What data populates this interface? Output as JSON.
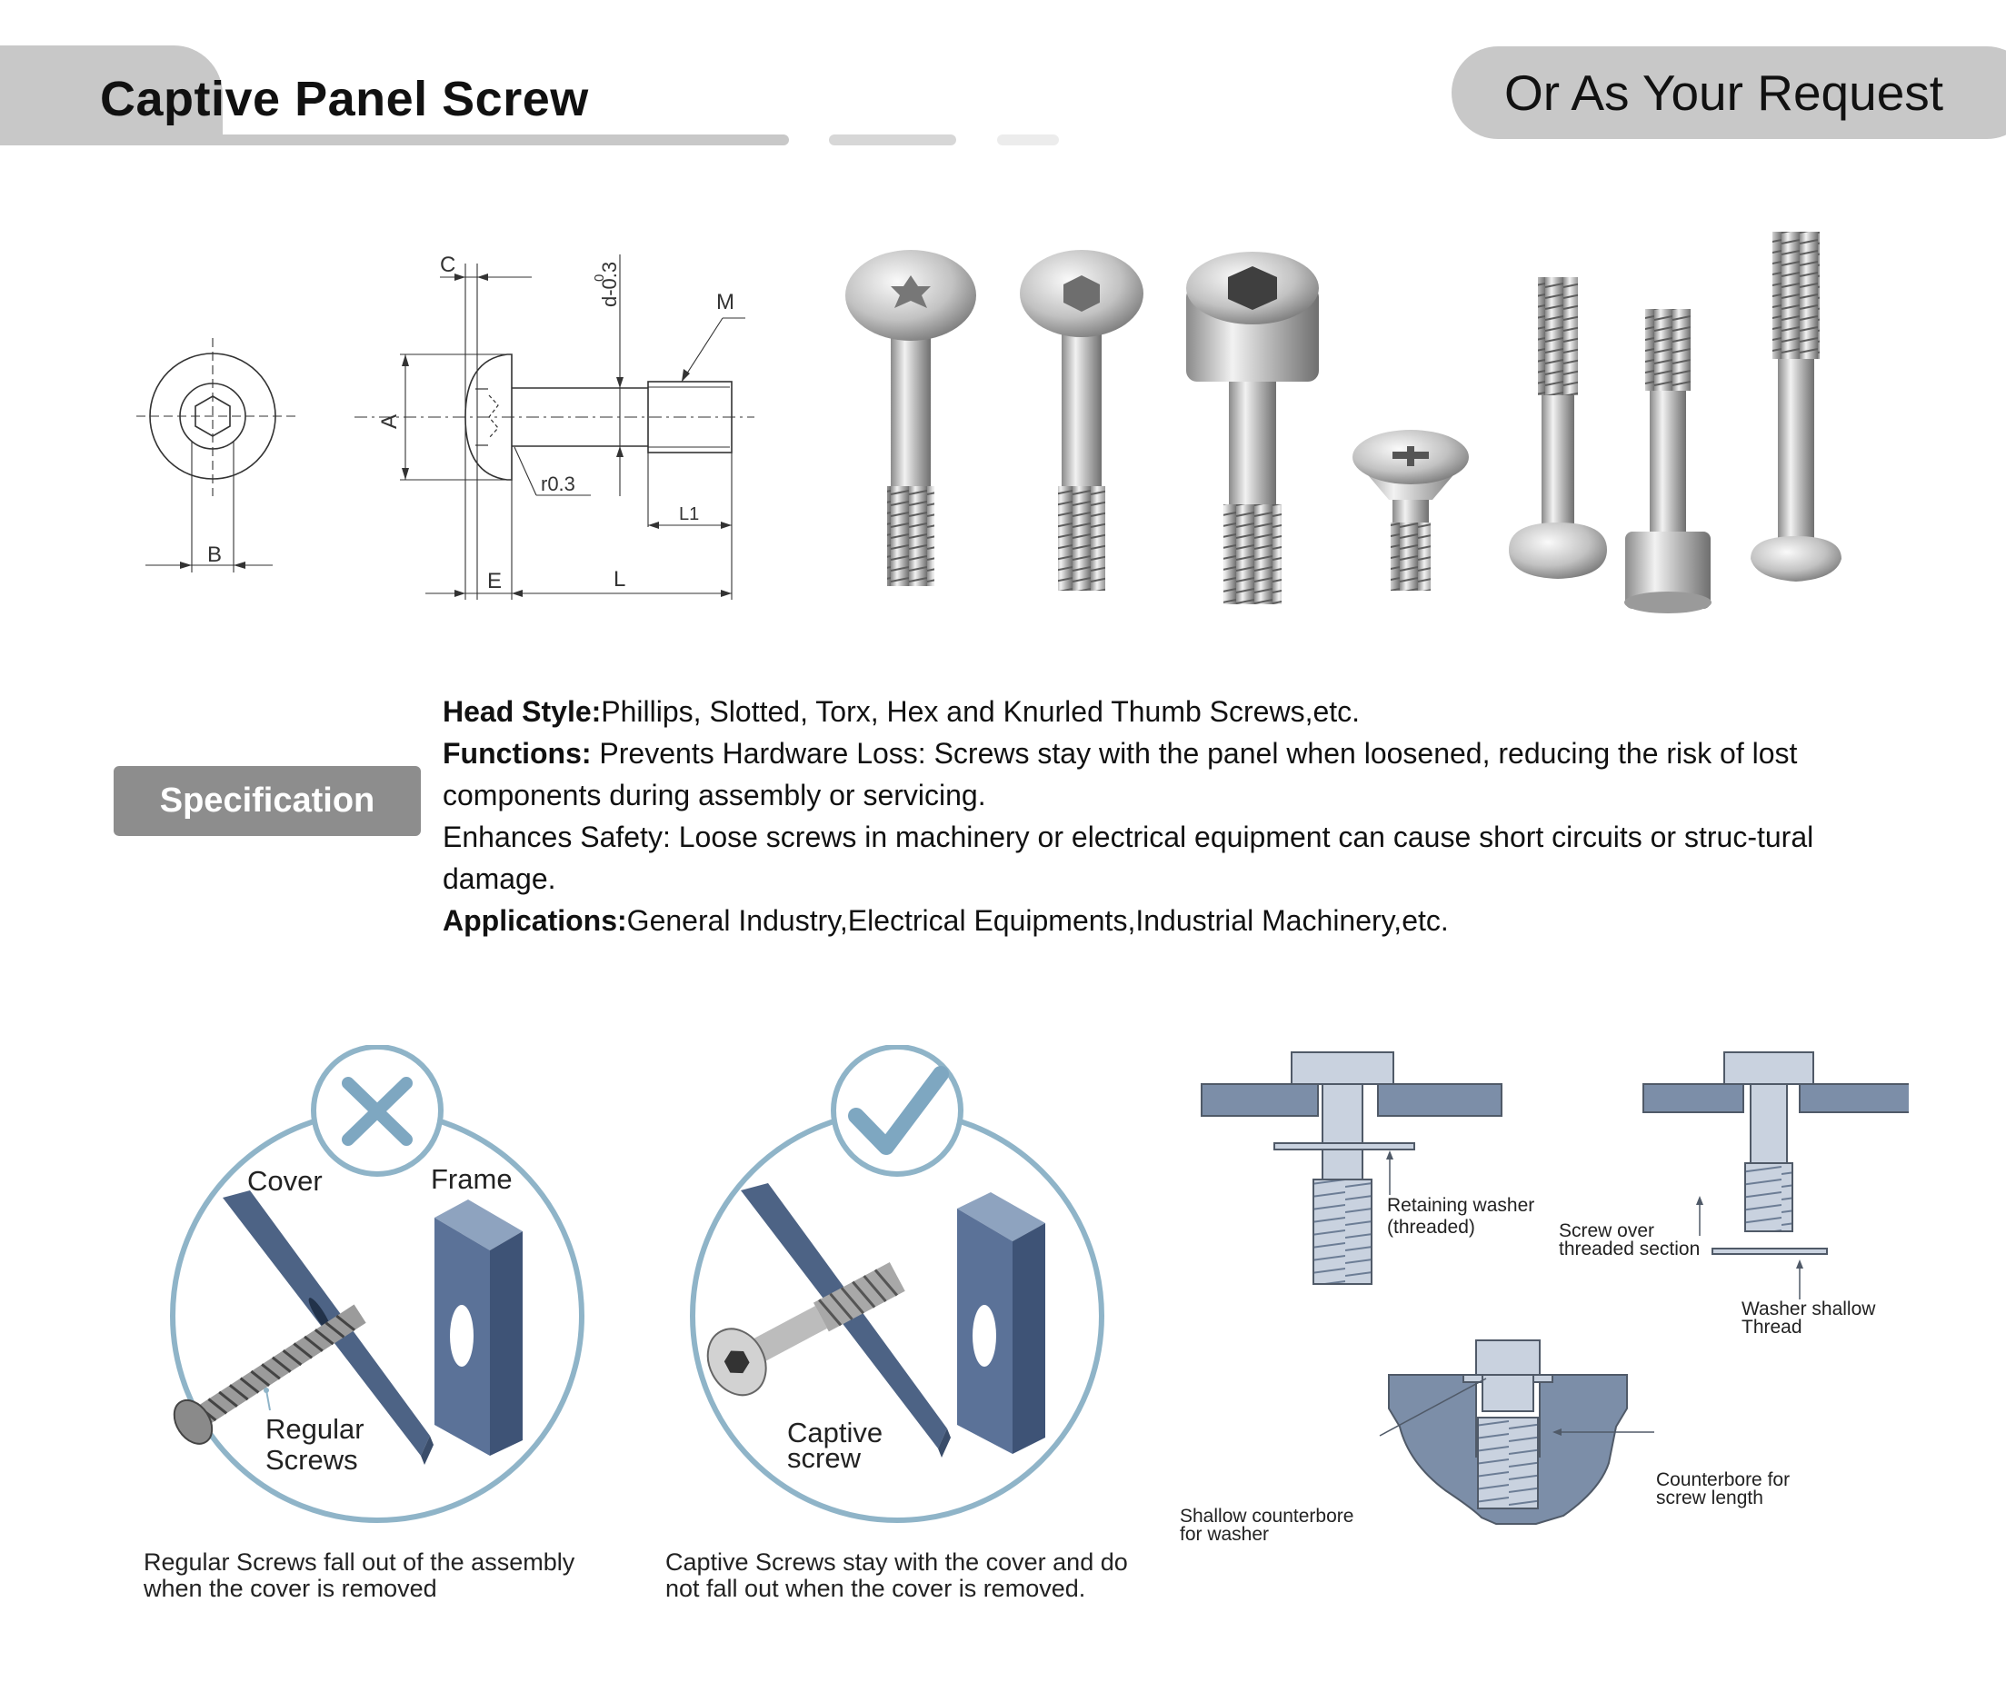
{
  "header": {
    "title": "Captive Panel Screw",
    "request": "Or As Your Request"
  },
  "drawing": {
    "labels": {
      "c": "C",
      "d": "d-0.3",
      "d_sup": "0",
      "m": "M",
      "a": "A",
      "r": "r0.3",
      "l1": "L1",
      "b": "B",
      "e": "E",
      "l": "L"
    }
  },
  "spec": {
    "badge": "Specification",
    "head_style_label": "Head Style:",
    "head_style": "Phillips, Slotted, Torx, Hex and Knurled Thumb Screws,etc.",
    "functions_label": "Functions:",
    "functions": " Prevents Hardware Loss: Screws stay with the panel when loosened, reducing the risk of lost components during assembly or servicing.",
    "safety": "Enhances Safety: Loose screws in machinery or electrical equipment can cause short circuits or struc-tural damage.",
    "applications_label": "Applications:",
    "applications": "General Industry,Electrical Equipments,Industrial Machinery,etc."
  },
  "compare": {
    "regular": {
      "cover": "Cover",
      "frame": "Frame",
      "screw_line1": "Regular",
      "screw_line2": "Screws",
      "caption_line1": "Regular Screws fall out of the assembly",
      "caption_line2": "when the cover is removed"
    },
    "captive": {
      "screw_line1": "Captive",
      "screw_line2": "screw",
      "caption_line1": "Captive Screws stay with the cover and do",
      "caption_line2": "not fall out when the cover is removed."
    }
  },
  "methods": {
    "washer_line1": "Retaining washer",
    "washer_line2": "(threaded)",
    "over_line1": "Screw over",
    "over_line2": "threaded section",
    "shallow_line1": "Washer shallow",
    "shallow_line2": "Thread",
    "counterbore_line1": "Counterbore for",
    "counterbore_line2": "screw length",
    "shallowcb_line1": "Shallow counterbore",
    "shallowcb_line2": "for washer"
  },
  "colors": {
    "panel": "#7c8ea8",
    "screw": "#c9d2df",
    "circle": "#8fb4c8",
    "cover": "#4d6385",
    "badge": "#8d8d8d",
    "header": "#c8c8c8"
  }
}
